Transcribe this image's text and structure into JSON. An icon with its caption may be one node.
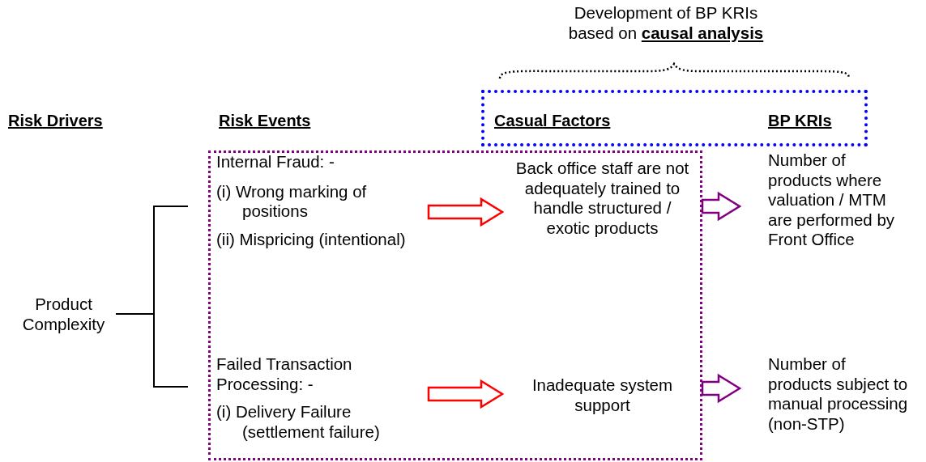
{
  "diagram": {
    "nodes": [
      {
        "text": [
          "Casual Factors",
          "BP KRIs"
        ]
      },
      {
        "text": [
          "Product Complexity"
        ]
      },
      {
        "text": [],
        "shape": "box"
      },
      {
        "text": [
          "Internal Fraud: -",
          "(i) Wrong marking of positions",
          "(ii) Mispricing (intentional)"
        ],
        "in": 2
      },
      {
        "text": [
          "Back office staff are not adequately trained to handle structured / exotic products"
        ],
        "in": 2
      },
      {
        "text": [
          "Number of products where valuation / MTM are performed by Front Office"
        ]
      },
      {
        "text": [
          "Failed Transaction Processing: -",
          "(i) Delivery Failure (settlement failure)"
        ],
        "in": 2
      },
      {
        "text": [
          "Inadequate system support"
        ],
        "in": 2
      },
      {
        "text": [
          "Number of products subject to manual processing (non-STP)"
        ]
      }
    ],
    "edges": [
      {
        "from": 1,
        "to": 3,
        "arrow": "none"
      },
      {
        "from": 1,
        "to": 6,
        "arrow": "none"
      },
      {
        "from": 3,
        "to": 4,
        "arrow": "to",
        "style": "thick",
        "color": "#ff0000"
      },
      {
        "from": 6,
        "to": 7,
        "arrow": "to",
        "style": "thick",
        "color": "#ff0000"
      },
      {
        "from": 4,
        "to": 5,
        "arrow": "to",
        "style": "thick",
        "color": "#800080"
      },
      {
        "from": 7,
        "to": 8,
        "arrow": "to",
        "style": "thick",
        "color": "#800080"
      }
    ],
    "labels": [
      "Development of BP KRIs based on **causal analysis**",
      "Risk Drivers",
      "Risk Events"
    ]
  }
}
